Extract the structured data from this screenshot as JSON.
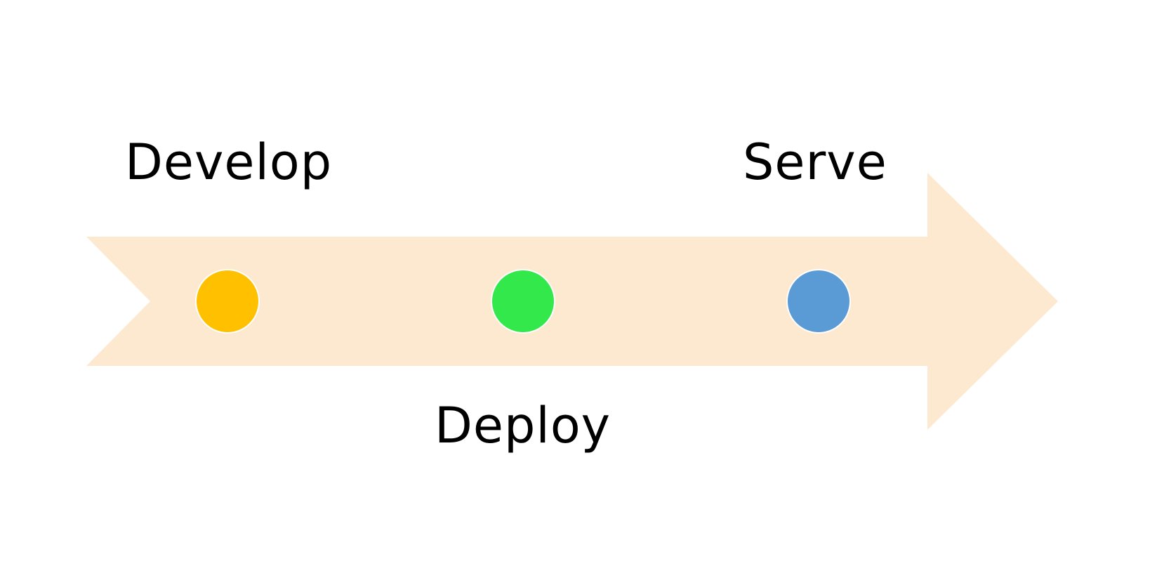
{
  "diagram": {
    "type": "process-timeline-arrow",
    "arrow_color": "#FDE9D0",
    "stages": [
      {
        "label": "Develop",
        "color": "#FFC000",
        "label_side": "above"
      },
      {
        "label": "Deploy",
        "color": "#32E84A",
        "label_side": "below"
      },
      {
        "label": "Serve",
        "color": "#5B9BD5",
        "label_side": "above"
      }
    ]
  }
}
